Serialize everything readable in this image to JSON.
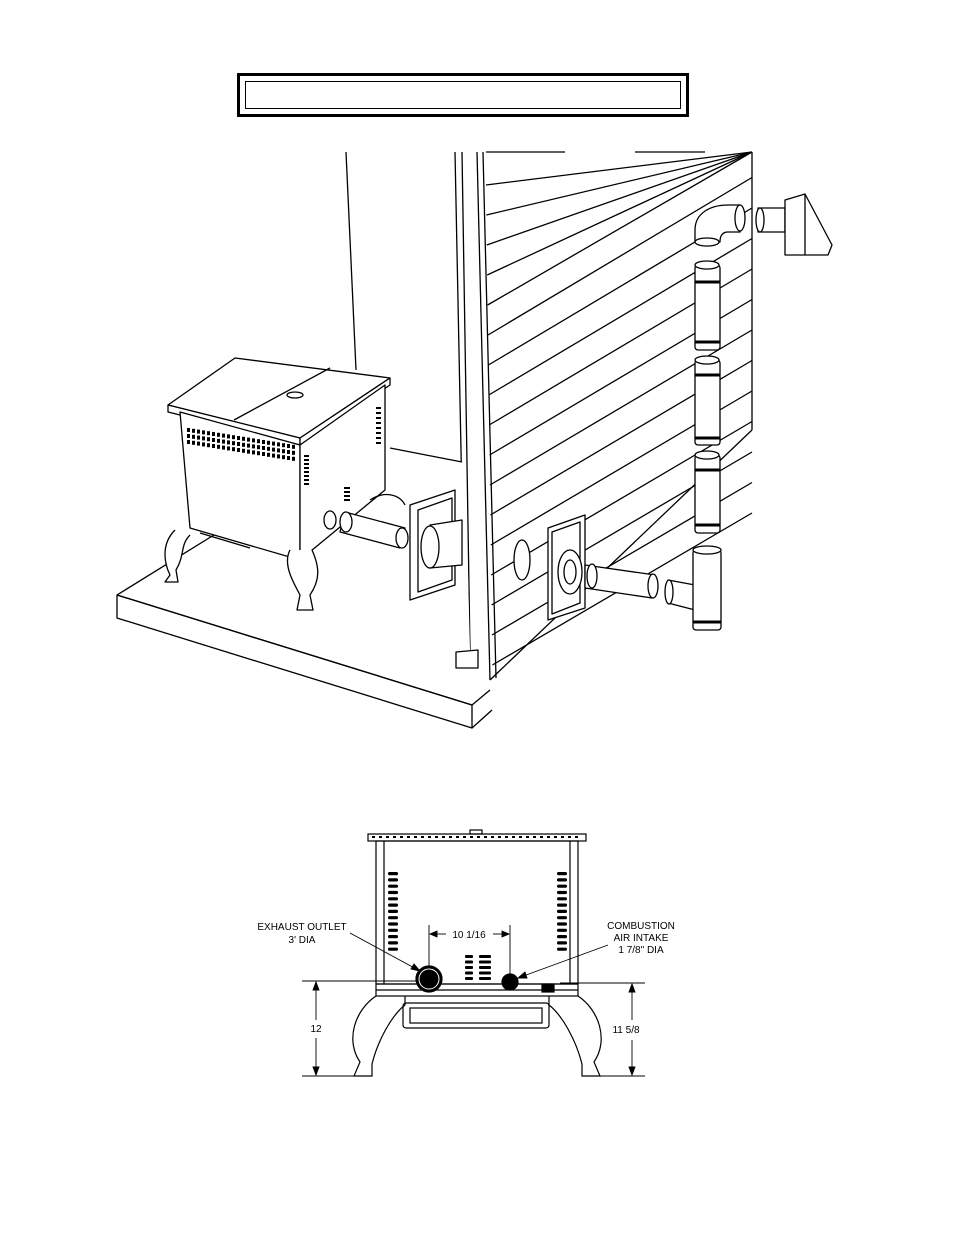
{
  "header": {
    "title": ""
  },
  "rear_view": {
    "exhaust_outlet": {
      "line1": "EXHAUST OUTLET",
      "line2": "3' DIA"
    },
    "combustion_air": {
      "line1": "COMBUSTION",
      "line2": "AIR INTAKE",
      "line3": "1 7/8\" DIA"
    },
    "dim_spacing": "10 1/16",
    "dim_left_height": "12",
    "dim_right_height": "11 5/8"
  },
  "colors": {
    "line": "#000000",
    "background": "#ffffff"
  }
}
